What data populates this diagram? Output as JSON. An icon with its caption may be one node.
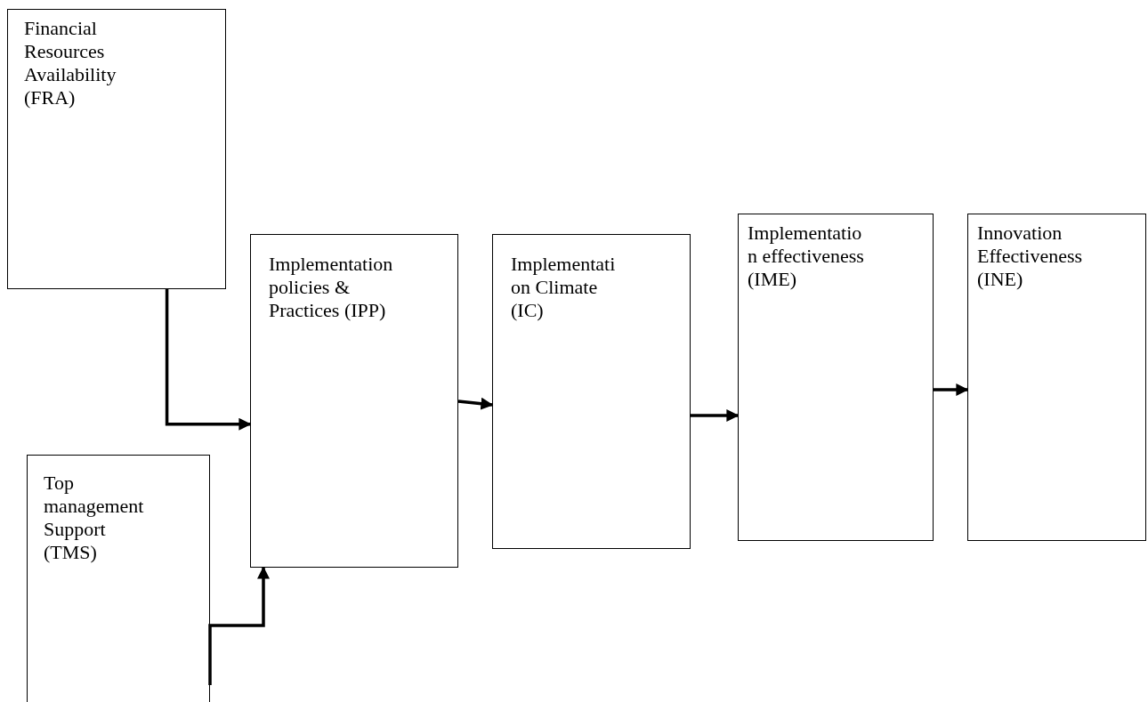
{
  "diagram": {
    "nodes": [
      {
        "text": [
          "Financial Resources Availability (FRA)"
        ]
      },
      {
        "text": [
          "Top management Support (TMS)"
        ]
      },
      {
        "text": [
          "Implementation policies & Practices (IPP)"
        ]
      },
      {
        "text": [
          "Implementation Climate (IC)"
        ]
      },
      {
        "text": [
          "Implementation effectiveness (IME)"
        ]
      },
      {
        "text": [
          "Innovation Effectiveness (INE)"
        ]
      }
    ],
    "edges": [
      {
        "from": 0,
        "to": 2,
        "arrow": "to"
      },
      {
        "from": 1,
        "to": 2,
        "arrow": "to"
      },
      {
        "from": 2,
        "to": 3,
        "arrow": "to"
      },
      {
        "from": 3,
        "to": 4,
        "arrow": "to"
      },
      {
        "from": 4,
        "to": 5,
        "arrow": "to"
      }
    ]
  }
}
